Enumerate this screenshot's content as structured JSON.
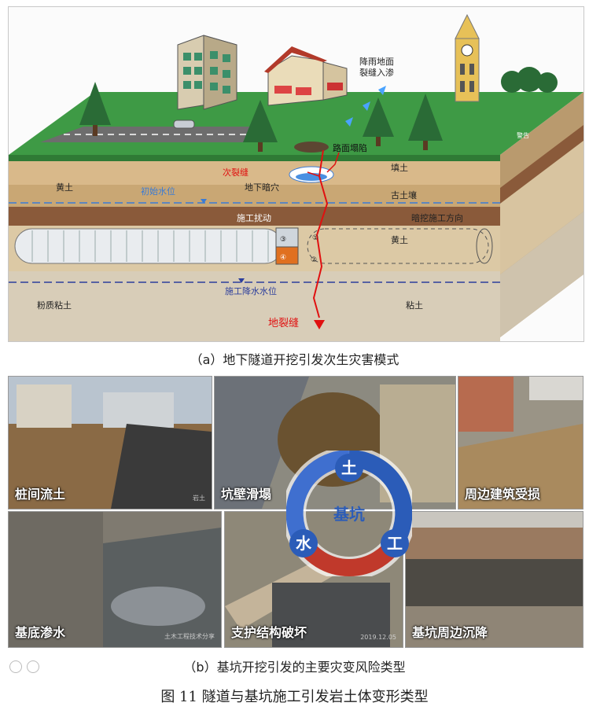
{
  "figure_a": {
    "caption": "（a）地下隧道开挖引发次生灾害模式",
    "labels": {
      "rain": "降雨地面\n裂缝入渗",
      "road_collapse": "路面塌陷",
      "secondary_crack": "次裂缝",
      "underground_cavity": "地下暗穴",
      "loess_left": "黄土",
      "initial_water_level": "初始水位",
      "fill": "填土",
      "paleosol": "古土壤",
      "construction_disturbance": "施工扰动",
      "tunneling_direction": "暗挖施工方向",
      "loess_right": "黄土",
      "dewatering_level": "施工降水水位",
      "silty_clay_left": "粉质粘土",
      "silty_clay_right": "粘土",
      "ground_fissure": "地裂缝",
      "marker_1": "①",
      "marker_2": "②",
      "marker_3": "③",
      "marker_4": "④",
      "sign": "警告"
    },
    "colors": {
      "grass": "#2f8a3a",
      "loess": "#c9a774",
      "paleosol": "#8a5a3a",
      "clay": "#d8cdb8",
      "crack": "#e01010",
      "water_line": "#3a7bd5"
    }
  },
  "figure_b": {
    "caption": "（b）基坑开挖引发的主要灾变风险类型",
    "photos": [
      {
        "label": "桩间流土",
        "watermark": "岩土"
      },
      {
        "label": "坑壁滑塌"
      },
      {
        "label": "周边建筑受损"
      },
      {
        "label": "基底渗水",
        "watermark": "土木工程技术分享"
      },
      {
        "label": "支护结构破坏",
        "watermark": "2019.12.05"
      },
      {
        "label": "基坑周边沉降"
      }
    ],
    "cycle": {
      "center": "基坑",
      "top": "土",
      "left": "水",
      "right": "工",
      "colors": {
        "blue": "#2b5cb8",
        "red": "#c0392b"
      }
    }
  },
  "figure_caption": "图 11  隧道与基坑施工引发岩土体变形类型"
}
